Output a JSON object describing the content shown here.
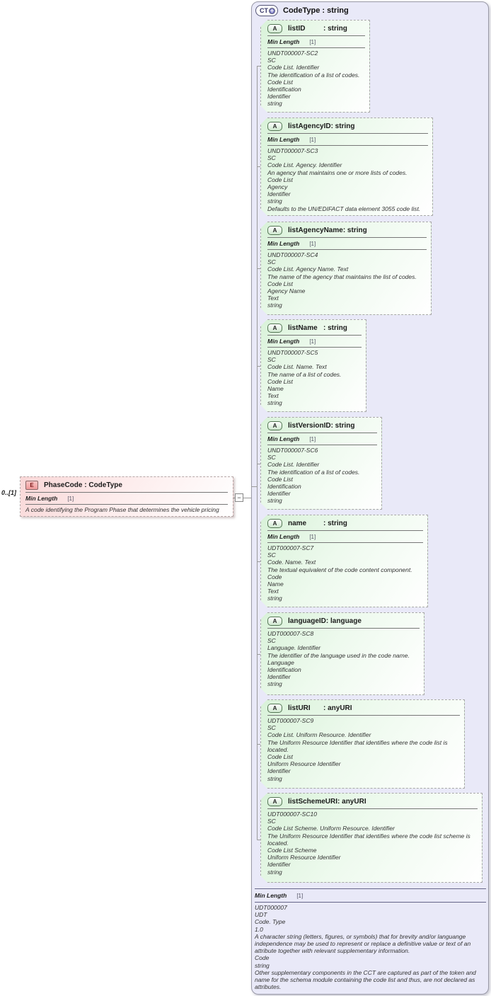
{
  "icons": {
    "plus": "+",
    "collapse": "−"
  },
  "colors": {
    "container_fill": "#e9e9f8",
    "container_border": "#9a9aa8",
    "attribute_fill": "#d9f2d9",
    "attribute_border": "#a8a8a8",
    "element_fill": "#f9d7d7",
    "element_border": "#b8a8a8",
    "plus_circle": "#8181c8",
    "connector_line": "#9a9a9a"
  },
  "element": {
    "badge": "E",
    "cardinality": "0..[1]",
    "name": "PhaseCode",
    "type": "CodeType",
    "facet_label": "Min Length",
    "facet_value": "[1]",
    "annotation": "A code identifying the Program Phase that determines the vehicle pricing"
  },
  "code_type": {
    "badge": "CT",
    "name": "CodeType",
    "type": "string",
    "attributes": [
      {
        "badge": "A",
        "name": "listID",
        "type": "string",
        "facet_label": "Min Length",
        "facet_value": "[1]",
        "rows": [
          "UNDT000007-SC2",
          "SC",
          "Code List. Identifier",
          "The identification of a list of codes.",
          "Code List",
          "Identification",
          "Identifier",
          "string"
        ]
      },
      {
        "badge": "A",
        "name": "listAgencyID",
        "type": "string",
        "facet_label": "Min Length",
        "facet_value": "[1]",
        "rows": [
          "UNDT000007-SC3",
          "SC",
          "Code List. Agency. Identifier",
          "An agency that maintains one or more lists of codes.",
          "Code List",
          "Agency",
          "Identifier",
          "string",
          "Defaults to the UN/EDIFACT data element 3055 code list."
        ]
      },
      {
        "badge": "A",
        "name": "listAgencyName",
        "type": "string",
        "facet_label": "Min Length",
        "facet_value": "[1]",
        "rows": [
          "UNDT000007-SC4",
          "SC",
          "Code List. Agency Name. Text",
          "The name of the agency that maintains the list of codes.",
          "Code List",
          "Agency Name",
          "Text",
          "string"
        ]
      },
      {
        "badge": "A",
        "name": "listName",
        "type": "string",
        "facet_label": "Min Length",
        "facet_value": "[1]",
        "rows": [
          "UNDT000007-SC5",
          "SC",
          "Code List. Name. Text",
          "The name of a list of codes.",
          "Code List",
          "Name",
          "Text",
          "string"
        ]
      },
      {
        "badge": "A",
        "name": "listVersionID",
        "type": "string",
        "facet_label": "Min Length",
        "facet_value": "[1]",
        "rows": [
          "UNDT000007-SC6",
          "SC",
          "Code List. Identifier",
          "The identification of a list of codes.",
          "Code List",
          "Identification",
          "Identifier",
          "string"
        ]
      },
      {
        "badge": "A",
        "name": "name",
        "type": "string",
        "facet_label": "Min Length",
        "facet_value": "[1]",
        "rows": [
          "UDT000007-SC7",
          "SC",
          "Code. Name. Text",
          "The textual equivalent of the code content component.",
          "Code",
          "Name",
          "Text",
          "string"
        ]
      },
      {
        "badge": "A",
        "name": "languageID",
        "type": "language",
        "facet_label": null,
        "facet_value": null,
        "rows": [
          "UDT000007-SC8",
          "SC",
          "Language. Identifier",
          "The identifier of the language used in the code name.",
          "Language",
          "Identification",
          "Identifier",
          "string"
        ]
      },
      {
        "badge": "A",
        "name": "listURI",
        "type": "anyURI",
        "facet_label": null,
        "facet_value": null,
        "rows": [
          "UDT000007-SC9",
          "SC",
          "Code List. Uniform Resource. Identifier",
          "The Uniform Resource Identifier that identifies where the code list is located.",
          "Code List",
          "Uniform Resource Identifier",
          "Identifier",
          "string"
        ]
      },
      {
        "badge": "A",
        "name": "listSchemeURI",
        "type": "anyURI",
        "facet_label": null,
        "facet_value": null,
        "rows": [
          "UDT000007-SC10",
          "SC",
          "Code List Scheme. Uniform Resource. Identifier",
          "The Uniform Resource Identifier that identifies where the code list scheme is located.",
          "Code List Scheme",
          "Uniform Resource Identifier",
          "Identifier",
          "string"
        ]
      }
    ],
    "footer": {
      "facet_label": "Min Length",
      "facet_value": "[1]",
      "rows": [
        "UDT000007",
        "UDT",
        "Code. Type",
        "1.0",
        "A character string (letters, figures, or symbols) that for brevity and/or languange independence may be used to represent or replace a definitive value or text of an attribute together with relevant supplementary information.",
        "Code",
        "string",
        "Other supplementary components in the CCT are captured as part of the token and name for the schema module containing the code list and thus, are not declared as attributes."
      ]
    }
  }
}
